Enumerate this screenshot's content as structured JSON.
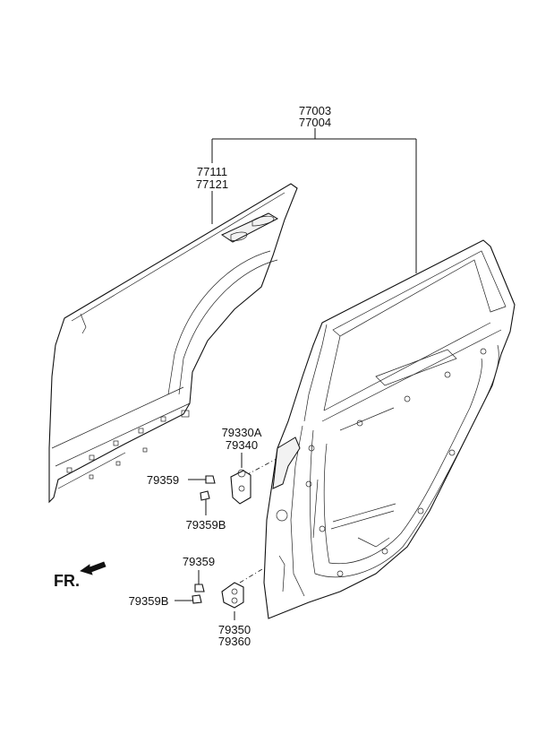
{
  "labels": {
    "assembly_a": "77003",
    "assembly_b": "77004",
    "outer_panel_a": "77111",
    "outer_panel_b": "77121",
    "upper_hinge_a": "79330A",
    "upper_hinge_b": "79340",
    "upper_bolt": "79359",
    "upper_bolt_b": "79359B",
    "lower_bolt": "79359",
    "lower_bolt_b": "79359B",
    "lower_hinge_a": "79350",
    "lower_hinge_b": "79360"
  },
  "direction": {
    "label": "FR."
  }
}
